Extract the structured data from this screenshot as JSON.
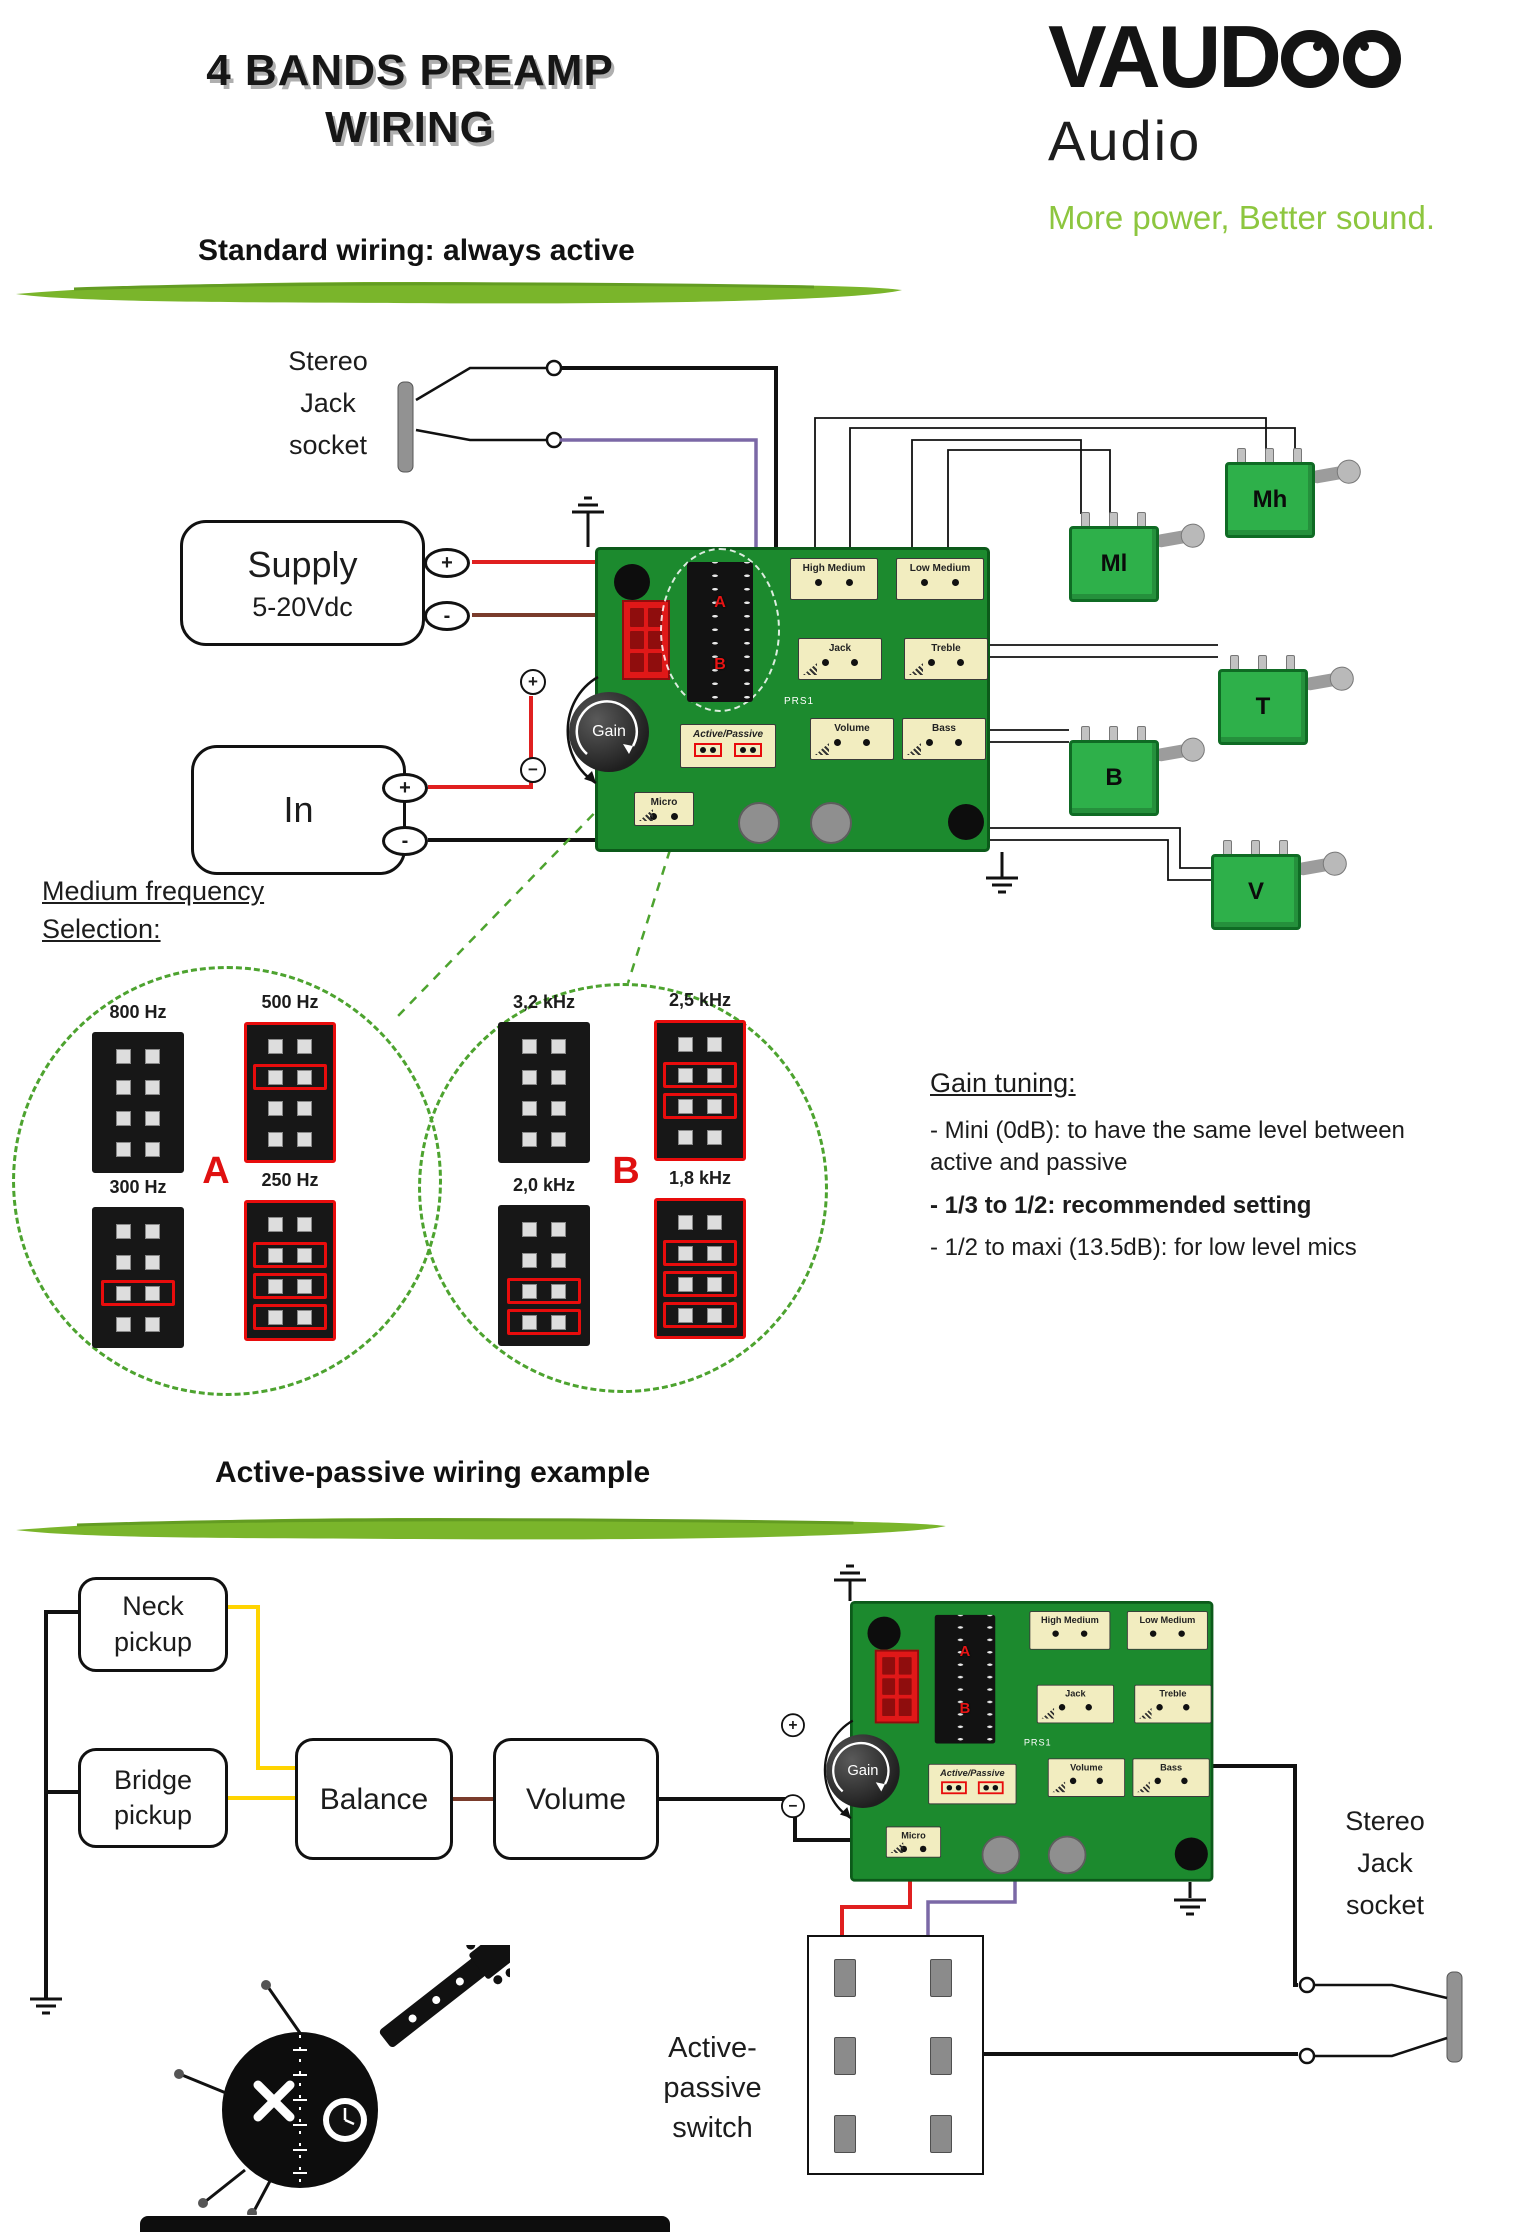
{
  "header": {
    "title_line1": "4 BANDS PREAMP",
    "title_line2": "WIRING"
  },
  "logo": {
    "brand_prefix": "VAUD",
    "subtitle": "Audio",
    "tagline": "More power, Better sound.",
    "accent_color": "#8dc63f"
  },
  "section1": {
    "heading": "Standard wiring: always active",
    "stereo_jack": {
      "line1": "Stereo",
      "line2": "Jack",
      "line3": "socket"
    },
    "supply": {
      "title": "Supply",
      "subtitle": "5-20Vdc",
      "plus": "+",
      "minus": "-"
    },
    "input": {
      "label": "In",
      "plus": "+",
      "minus": "-"
    }
  },
  "pcb": {
    "gain_label": "Gain",
    "plus": "+",
    "minus": "−",
    "ref": "PRS1",
    "jumper_a": "A",
    "jumper_b": "B",
    "connectors": {
      "high_medium": "High Medium",
      "low_medium": "Low Medium",
      "jack": "Jack",
      "treble": "Treble",
      "volume": "Volume",
      "bass": "Bass",
      "active_passive": "Active/Passive",
      "micro": "Micro"
    }
  },
  "pots": {
    "mh": "Mh",
    "ml": "Ml",
    "t": "T",
    "b": "B",
    "v": "V"
  },
  "freq_selection": {
    "heading_line1": "Medium frequency",
    "heading_line2": "Selection:",
    "group_a": {
      "letter": "A",
      "blocks": [
        {
          "label": "800 Hz",
          "jumper_rows": [],
          "red_border": false
        },
        {
          "label": "500 Hz",
          "jumper_rows": [
            1
          ],
          "red_border": true
        },
        {
          "label": "300 Hz",
          "jumper_rows": [
            2
          ],
          "red_border": false
        },
        {
          "label": "250 Hz",
          "jumper_rows": [
            1,
            2,
            3
          ],
          "red_border": true
        }
      ]
    },
    "group_b": {
      "letter": "B",
      "blocks": [
        {
          "label": "3,2 kHz",
          "jumper_rows": [],
          "red_border": false
        },
        {
          "label": "2,5 kHz",
          "jumper_rows": [
            1,
            2
          ],
          "red_border": true
        },
        {
          "label": "2,0 kHz",
          "jumper_rows": [
            2,
            3
          ],
          "red_border": false
        },
        {
          "label": "1,8 kHz",
          "jumper_rows": [
            1,
            2,
            3
          ],
          "red_border": true
        }
      ]
    }
  },
  "gain_tuning": {
    "heading": "Gain tuning:",
    "items": [
      "- Mini (0dB): to have the same level between active and passive",
      "- 1/3 to 1/2: recommended setting",
      "- 1/2 to maxi (13.5dB): for low level mics"
    ]
  },
  "section2": {
    "heading": "Active-passive wiring example",
    "neck_pickup_line1": "Neck",
    "neck_pickup_line2": "pickup",
    "bridge_pickup_line1": "Bridge",
    "bridge_pickup_line2": "pickup",
    "balance": "Balance",
    "volume": "Volume",
    "switch_line1": "Active-",
    "switch_line2": "passive",
    "switch_line3": "switch",
    "stereo_jack": {
      "line1": "Stereo",
      "line2": "Jack",
      "line3": "socket"
    }
  }
}
